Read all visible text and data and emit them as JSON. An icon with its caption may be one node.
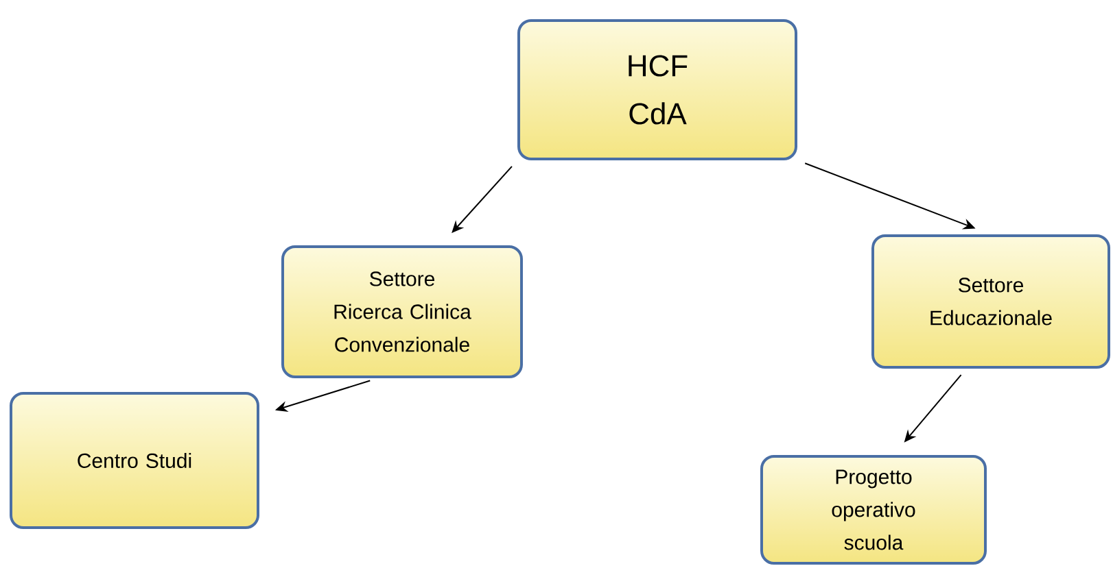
{
  "diagram": {
    "nodes": [
      {
        "text": [
          "HCF",
          "CdA"
        ]
      },
      {
        "text": [
          "Settore Ricerca Clinica Convenzionale"
        ]
      },
      {
        "text": [
          "Settore Educazionale"
        ]
      },
      {
        "text": [
          "Centro Studi"
        ]
      },
      {
        "text": [
          "Progetto operativo scuola"
        ]
      }
    ],
    "edges": [
      {
        "from": 0,
        "to": 1,
        "arrow": "to"
      },
      {
        "from": 0,
        "to": 2,
        "arrow": "to"
      },
      {
        "from": 1,
        "to": 3,
        "arrow": "to"
      },
      {
        "from": 2,
        "to": 4,
        "arrow": "to"
      }
    ]
  }
}
